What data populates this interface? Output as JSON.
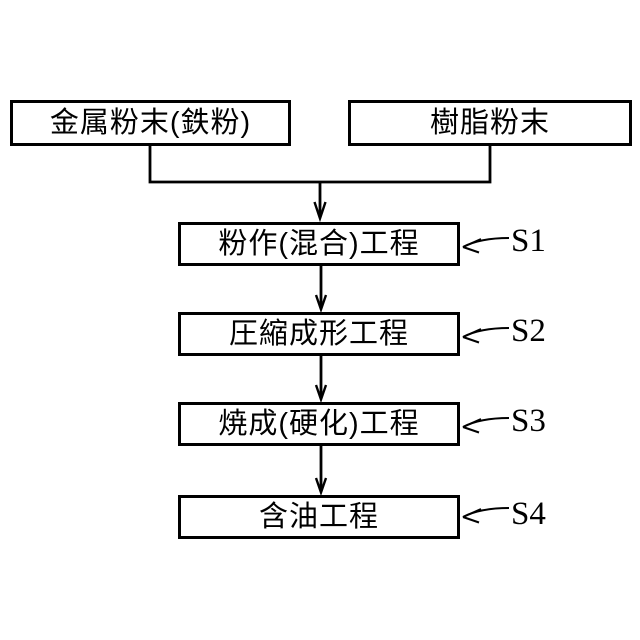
{
  "diagram": {
    "background_color": "#ffffff",
    "line_color": "#000000",
    "sources": [
      {
        "label": "金属粉末(鉄粉)"
      },
      {
        "label": "樹脂粉末"
      }
    ],
    "steps": [
      {
        "tag": "S1",
        "label": "粉作(混合)工程"
      },
      {
        "tag": "S2",
        "label": "圧縮成形工程"
      },
      {
        "tag": "S3",
        "label": "焼成(硬化)工程"
      },
      {
        "tag": "S4",
        "label": "含油工程"
      }
    ]
  }
}
